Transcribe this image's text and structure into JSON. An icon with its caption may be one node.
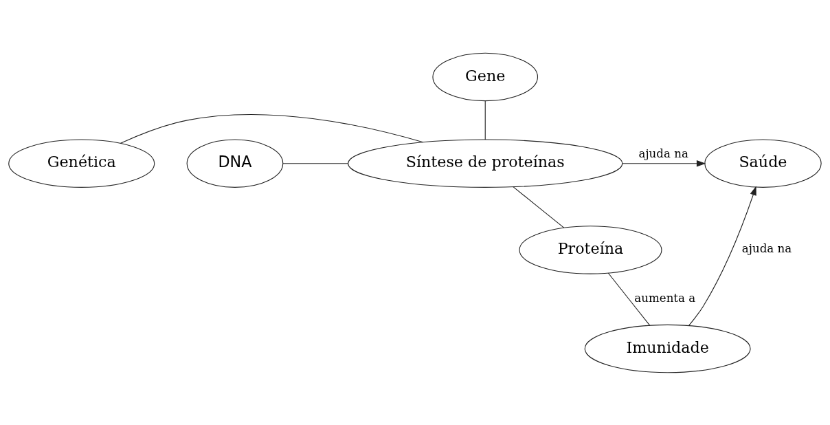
{
  "diagram": {
    "nodes": [
      {
        "text": [
          "Gene"
        ]
      },
      {
        "text": [
          "Genética"
        ]
      },
      {
        "text": [
          "Síntese de proteínas"
        ]
      },
      {
        "text": [
          "DNA"
        ]
      },
      {
        "text": [
          "Saúde"
        ]
      },
      {
        "text": [
          "Proteína"
        ]
      },
      {
        "text": [
          "Imunidade"
        ]
      }
    ],
    "edges": [
      {
        "from": 0,
        "to": 2,
        "arrow": "none"
      },
      {
        "from": 1,
        "to": 2,
        "arrow": "none"
      },
      {
        "from": 3,
        "to": 2,
        "arrow": "none"
      },
      {
        "from": 2,
        "to": 4,
        "label": "ajuda na",
        "arrow": "to"
      },
      {
        "from": 2,
        "to": 5,
        "arrow": "none"
      },
      {
        "from": 5,
        "to": 6,
        "label": "aumenta a",
        "arrow": "none"
      },
      {
        "from": 6,
        "to": 4,
        "label": "ajuda na",
        "arrow": "to"
      }
    ]
  }
}
